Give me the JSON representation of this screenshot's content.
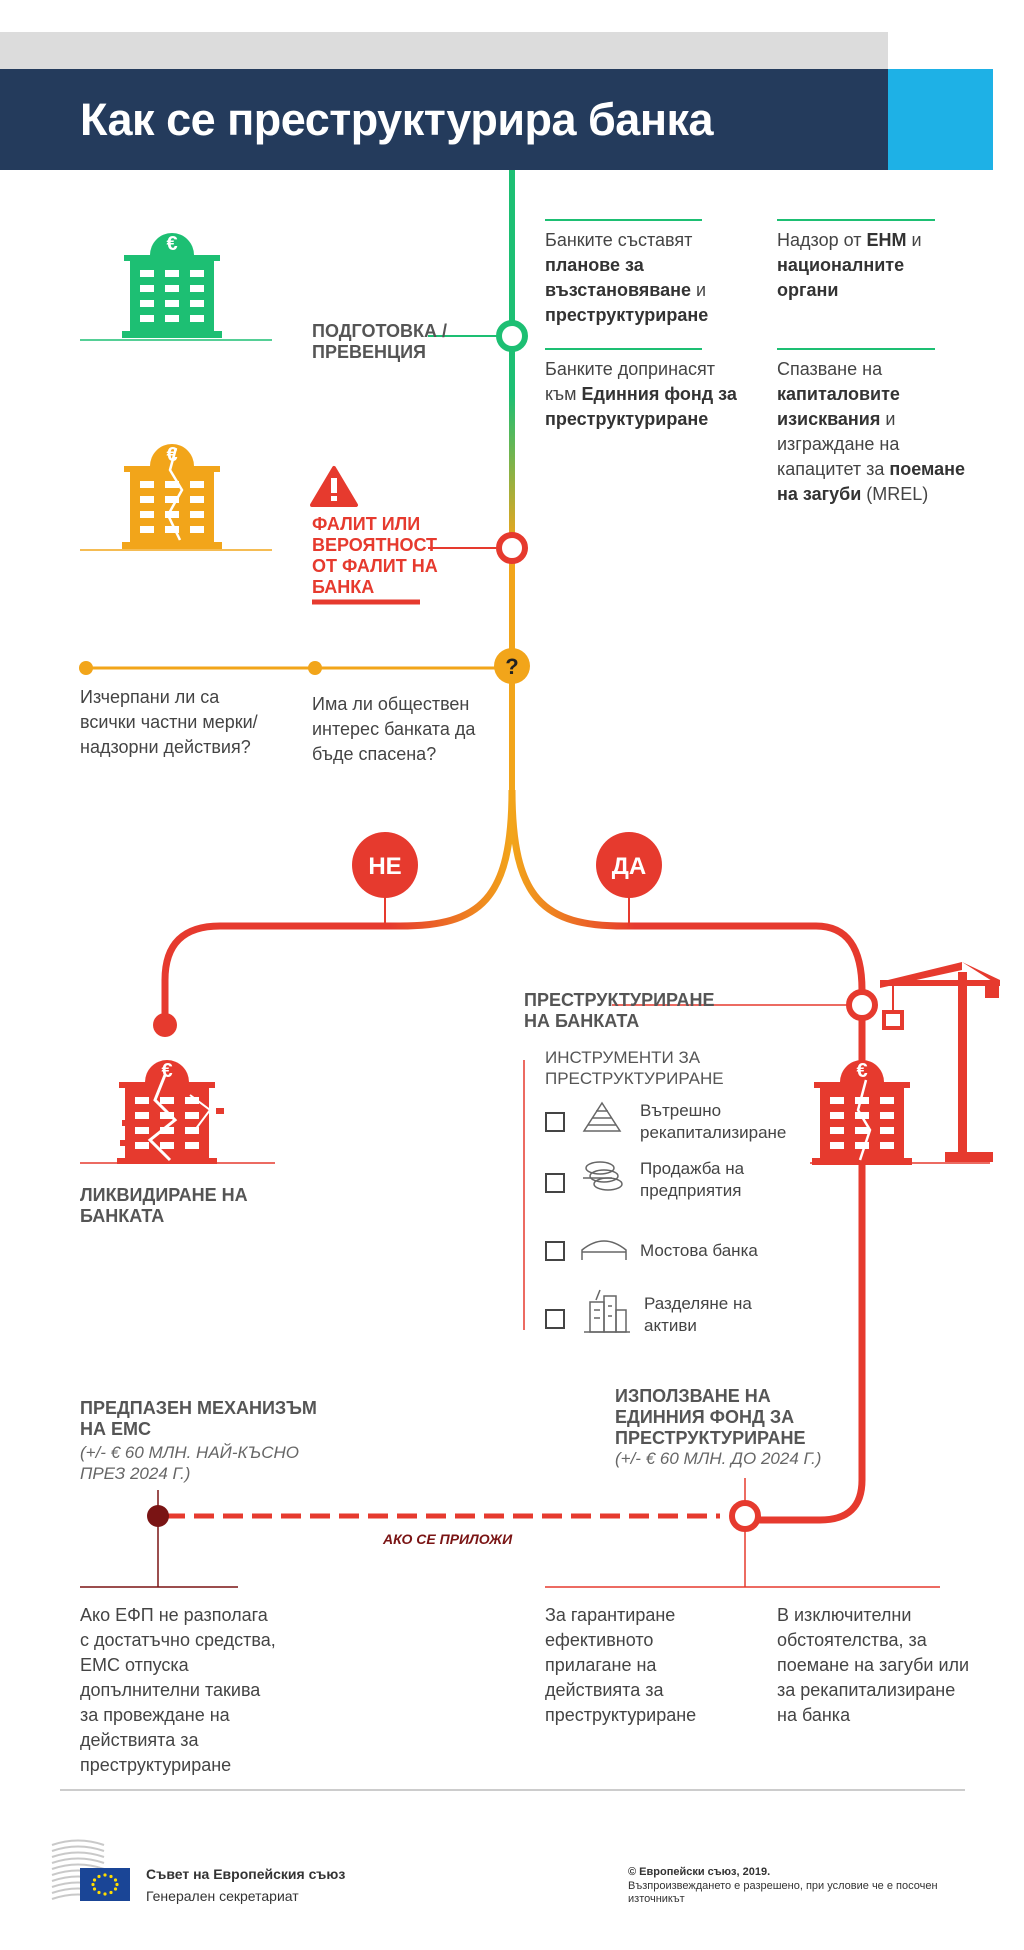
{
  "title": "Как се преструктурира банка",
  "colors": {
    "green": "#1dbf73",
    "red": "#e63a2e",
    "orange": "#f2a51a",
    "navy": "#243b5c",
    "accent": "#1eb1e6",
    "dark_red": "#7a1414"
  },
  "stage_prevention": {
    "label": "ПОДГОТОВКА / ПРЕВЕНЦИЯ",
    "box1": {
      "a": "Банките съставят ",
      "b": "планове за възстановяване",
      "c": " и ",
      "d": "преструктуриране"
    },
    "box2": {
      "a": "Надзор от ",
      "b": "ЕНМ",
      "c": " и ",
      "d": "националните органи"
    },
    "box3": {
      "a": "Банките допринасят към ",
      "b": "Единния фонд за преструктуриране"
    },
    "box4": {
      "a": "Спазване на ",
      "b": "капиталовите изисквания",
      "c": " и изграждане на капацитет за ",
      "d": "поемане на загуби",
      "e": " (MREL)"
    }
  },
  "stage_failing": {
    "label": "ФАЛИТ ИЛИ ВЕРОЯТНОСТ ОТ ФАЛИТ НА БАНКА"
  },
  "question": {
    "mark": "?",
    "q1": "Изчерпани ли са всички частни мерки/надзорни действия?",
    "q2": "Има ли обществен интерес банката да бъде спасена?"
  },
  "branch": {
    "no": "НЕ",
    "yes": "ДА"
  },
  "liquidation": {
    "label": "ЛИКВИДИРАНЕ НА БАНКАТА"
  },
  "resolution": {
    "label": "ПРЕСТРУКТУРИРАНЕ НА БАНКАТА",
    "tools_title": "ИНСТРУМЕНТИ ЗА ПРЕСТРУКТУРИРАНЕ",
    "tools": [
      {
        "label": "Вътрешно рекапитализиране",
        "icon": "pyramid-icon"
      },
      {
        "label": "Продажба на предприятия",
        "icon": "coins-icon"
      },
      {
        "label": "Мостова банка",
        "icon": "bridge-icon"
      },
      {
        "label": "Разделяне на активи",
        "icon": "buildings-icon"
      }
    ]
  },
  "srf": {
    "label": "ИЗПОЛЗВАНЕ НА ЕДИННИЯ ФОНД ЗА ПРЕСТРУКТУРИРАНЕ",
    "note": "(+/- € 60 МЛН. ДО 2024 Г.)"
  },
  "backstop": {
    "label": "ПРЕДПАЗЕН МЕХАНИЗЪМ НА ЕМС",
    "note": "(+/- € 60 МЛН. НАЙ-КЪСНО ПРЕЗ 2024 Г.)",
    "link": "АКО СЕ ПРИЛОЖИ"
  },
  "bottom": {
    "left": "Ако ЕФП не разполага с достатъчно средства, ЕМС отпуска допълнителни такива за провеждане на действията за преструктуриране",
    "middle": "За гарантиране ефективното прилагане на действията за преструктуриране",
    "right": "В изключителни обстоятелства, за поемане на загуби или за рекапитализиране на банка"
  },
  "footer": {
    "org": "Съвет на Европейския съюз",
    "dept": "Генерален секретариат",
    "copyright": "© Европейски съюз, 2019.",
    "rights": "Възпроизвеждането е разрешено, при условие че е посочен източникът"
  },
  "euro_symbol": "€"
}
